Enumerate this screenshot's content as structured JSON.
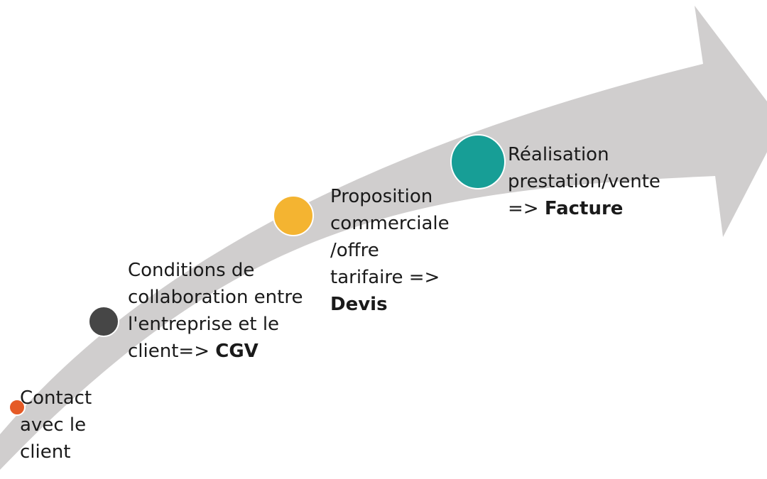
{
  "colors": {
    "arrow": "#d0cece",
    "step_1": "#e55a26",
    "step_2": "#464646",
    "step_3": "#f4b431",
    "step_4": "#179e96"
  },
  "steps": [
    {
      "lines": [
        "Contact",
        "avec le",
        "client"
      ],
      "keyword": ""
    },
    {
      "lines": [
        "Conditions de",
        "collaboration entre",
        "l'entreprise et le",
        "client=> "
      ],
      "keyword": "CGV"
    },
    {
      "lines": [
        "Proposition",
        "commerciale",
        "/offre",
        "tarifaire =>",
        ""
      ],
      "keyword": "Devis"
    },
    {
      "lines": [
        "Réalisation",
        "prestation/vente",
        "=> "
      ],
      "keyword": "Facture"
    }
  ]
}
